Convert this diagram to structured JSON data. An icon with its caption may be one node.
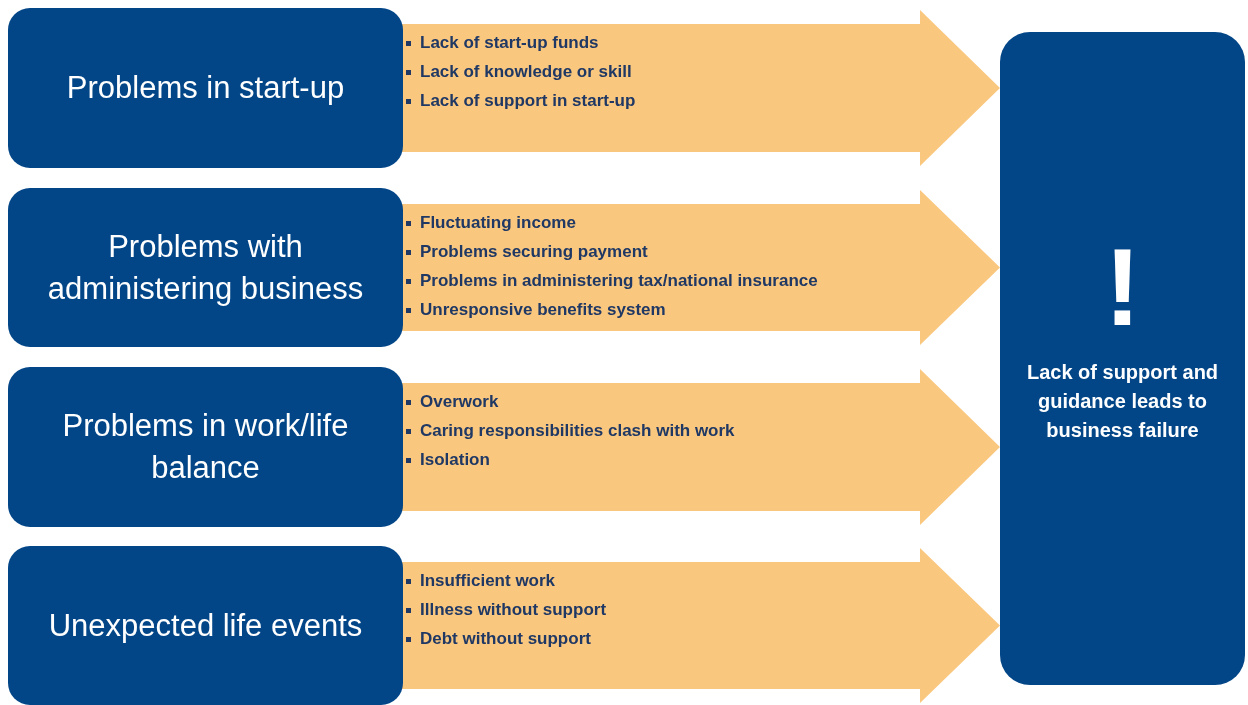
{
  "diagram": {
    "nodes": [
      {
        "text": [
          "Problems in start-up"
        ]
      },
      {
        "text": [
          "Lack of start-up funds",
          "Lack of knowledge or skill",
          "Lack of support in start-up"
        ]
      },
      {
        "text": [
          "Problems with administering business"
        ]
      },
      {
        "text": [
          "Fluctuating income",
          "Problems securing payment",
          "Problems in administering tax/national insurance",
          "Unresponsive benefits system"
        ]
      },
      {
        "text": [
          "Problems in work/life balance"
        ]
      },
      {
        "text": [
          "Overwork",
          "Caring responsibilities clash with work",
          "Isolation"
        ]
      },
      {
        "text": [
          "Unexpected life events"
        ]
      },
      {
        "text": [
          "Insufficient work",
          "Illness without support",
          "Debt without support"
        ]
      },
      {
        "text": [
          "!",
          "Lack of support and guidance leads to business failure"
        ]
      }
    ]
  }
}
